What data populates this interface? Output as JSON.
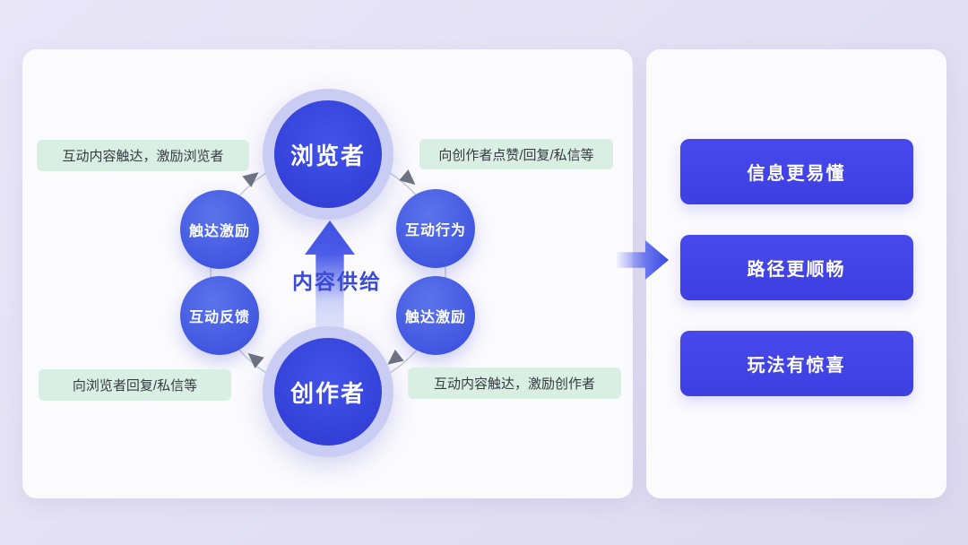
{
  "diagram": {
    "viewer_circle": "浏览者",
    "creator_circle": "创作者",
    "nodes": {
      "top_left": "触达激励",
      "top_right": "互动行为",
      "bottom_left": "互动反馈",
      "bottom_right": "触达激励"
    },
    "center_arrow_label": "内容供给",
    "callouts": {
      "top_left": "互动内容触达，激励浏览者",
      "top_right": "向创作者点赞/回复/私信等",
      "bottom_left": "向浏览者回复/私信等",
      "bottom_right": "互动内容触达，激励创作者"
    }
  },
  "benefits": {
    "items": [
      "信息更易懂",
      "路径更顺畅",
      "玩法有惊喜"
    ]
  },
  "colors": {
    "background": "#e4e1f4",
    "card": "#fbfafd",
    "big_circle_blue": "#3a49e0",
    "big_circle_halo": "#c9ccf3",
    "node_blue": "#4a63e5",
    "benefit_blue": "#4243e6",
    "callout_green": "#d9efe4",
    "callout_text": "#363b41",
    "center_label_blue": "#3a4ad6",
    "connector_gray": "#c5c8d6",
    "arrowhead_gray": "#6f7480"
  }
}
